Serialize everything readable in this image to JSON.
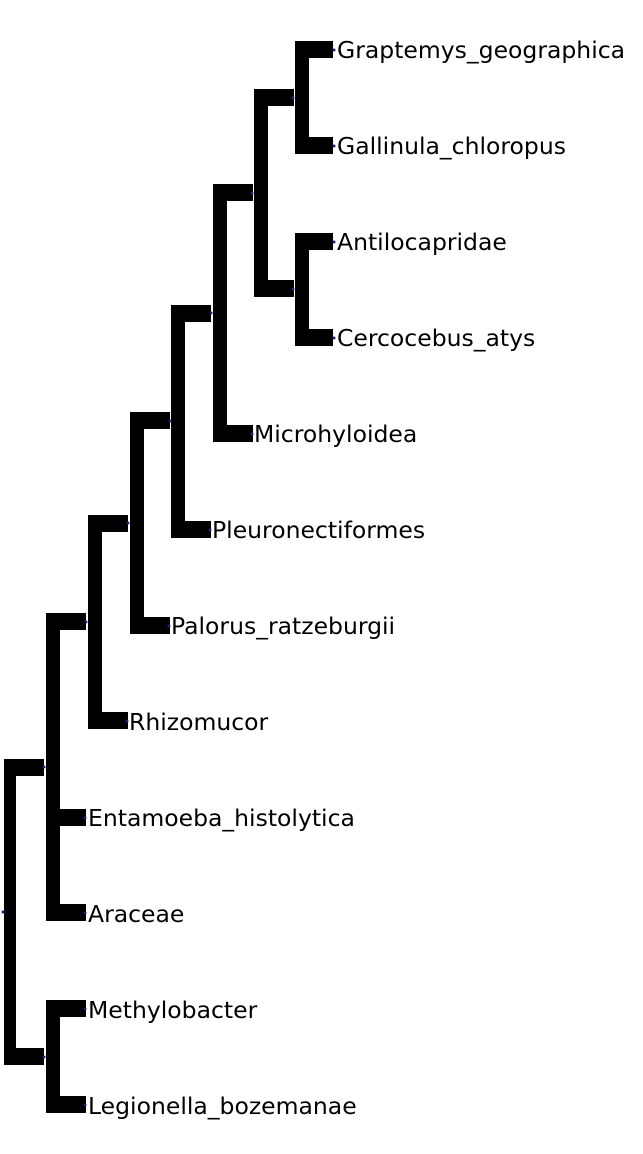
{
  "diagram": {
    "type": "phylogenetic-tree",
    "line_color": "#000000",
    "node_dot_color": "#1a237e",
    "leaves": [
      "Graptemys_geographica",
      "Gallinula_chloropus",
      "Antilocapridae",
      "Cercocebus_atys",
      "Microhyloidea",
      "Pleuronectiformes",
      "Palorus_ratzeburgii",
      "Rhizomucor",
      "Entamoeba_histolytica",
      "Araceae",
      "Methylobacter",
      "Legionella_bozemanae"
    ],
    "topology": [
      [
        [
          [
            [
              [
                [
                  [
                    "Graptemys_geographica",
                    "Gallinula_chloropus"
                  ],
                  [
                    "Antilocapridae",
                    "Cercocebus_atys"
                  ]
                ],
                "Microhyloidea"
              ],
              "Pleuronectiformes"
            ],
            "Palorus_ratzeburgii"
          ],
          "Rhizomucor"
        ],
        "Entamoeba_histolytica",
        "Araceae"
      ],
      [
        "Methylobacter",
        "Legionella_bozemanae"
      ]
    ]
  }
}
